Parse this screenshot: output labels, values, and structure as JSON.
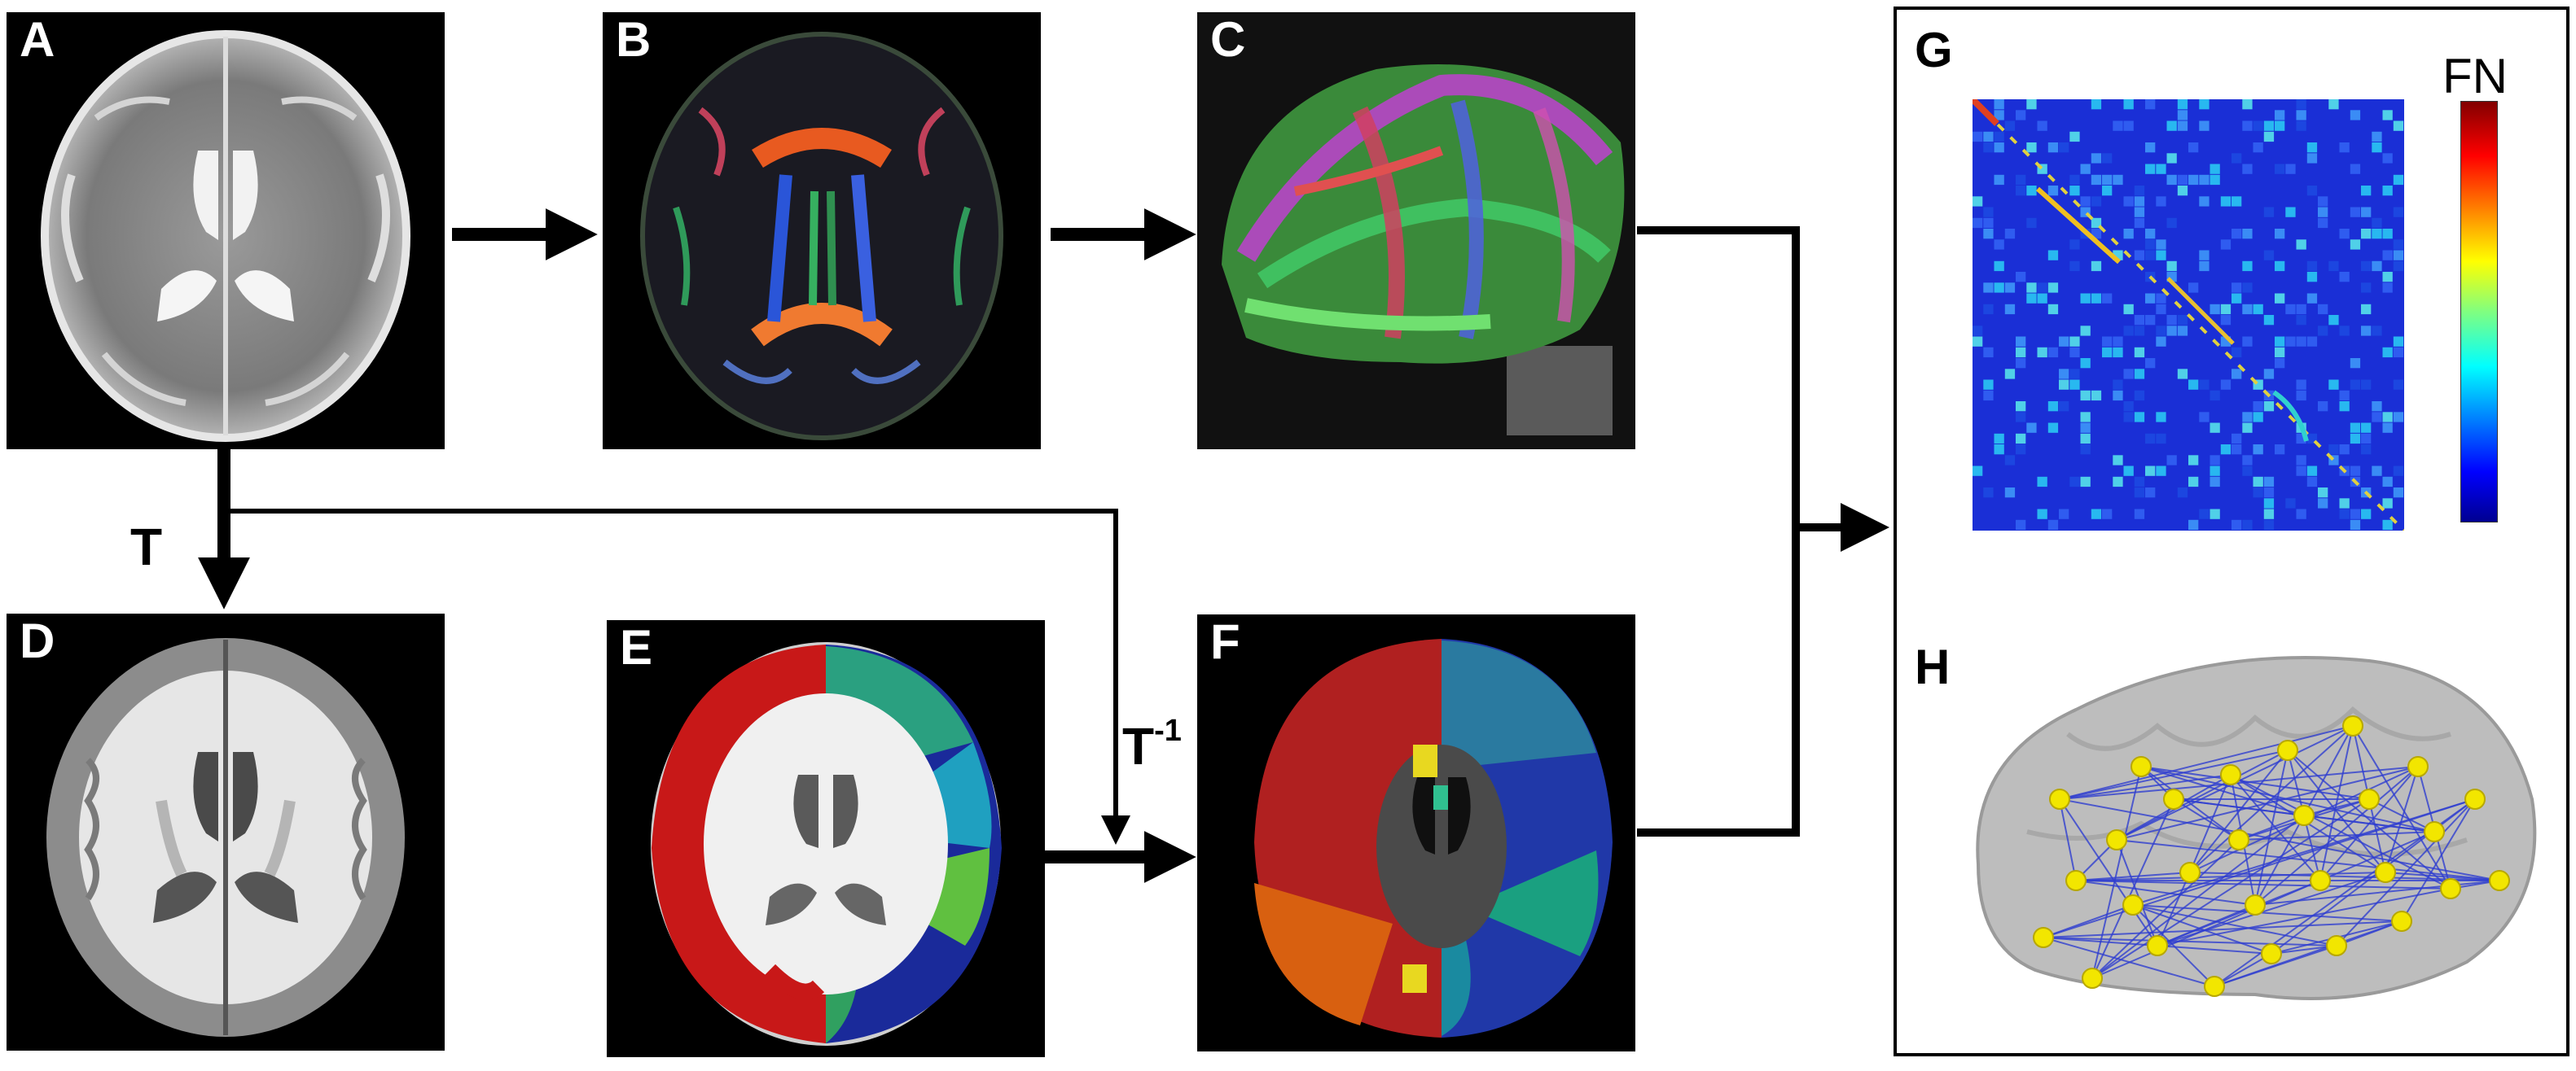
{
  "panels": {
    "A": "A",
    "B": "B",
    "C": "C",
    "D": "D",
    "E": "E",
    "F": "F",
    "G": "G",
    "H": "H"
  },
  "transform_labels": {
    "T": "T",
    "T_inv_base": "T",
    "T_inv_sup": "-1"
  },
  "colorbar_label": "FN",
  "colors": {
    "arrow": "#000000",
    "matrix_background": "#1a2fd6",
    "node": "#f2e600",
    "edge": "#2f3fd0"
  }
}
